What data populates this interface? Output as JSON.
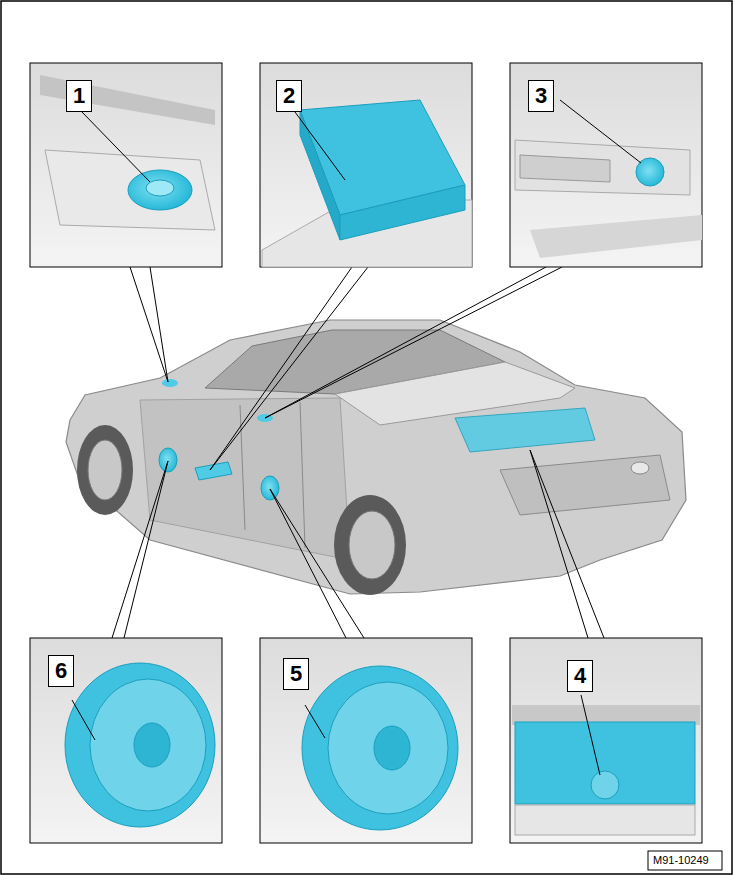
{
  "diagram": {
    "nodes": [
      {
        "text": [
          "1"
        ]
      },
      {
        "text": [
          "2"
        ]
      },
      {
        "text": [
          "3"
        ]
      },
      {
        "text": [
          "6"
        ]
      },
      {
        "text": [
          "5"
        ]
      },
      {
        "text": [
          "4"
        ]
      },
      {
        "text": [
          "M91-10249"
        ]
      }
    ]
  }
}
